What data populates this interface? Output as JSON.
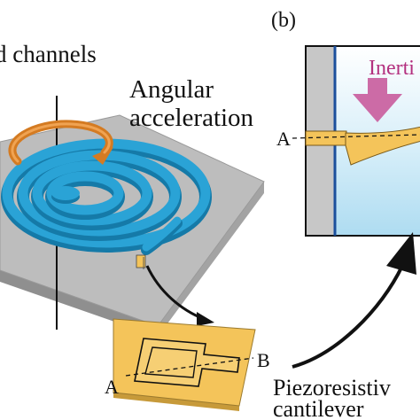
{
  "labels": {
    "channels": "d channels",
    "angular": "Angular",
    "acceleration": "acceleration",
    "panel_b": "(b)",
    "inertia": "Inerti",
    "point_a_right": "A",
    "point_a_bottom": "A",
    "point_b": "B",
    "piezoresistive": "Piezoresistiv",
    "cantilever": "cantilever"
  },
  "colors": {
    "channel_blue": "#2aa3d6",
    "channel_dark": "#157aa8",
    "plate_top": "#bdbdbd",
    "plate_side": "#8f8f8f",
    "rotation_arrow": "#d47b22",
    "cantilever": "#f4c45a",
    "fluid": "#bfe3f4",
    "inertia_arrow": "#cc6ba6",
    "frame": "#1b4f9c",
    "wall": "#c7c7c7"
  },
  "icons": {
    "rotation": "curved-rotation-arrow",
    "inertia": "down-arrow",
    "link": "curved-pointer-arrow"
  }
}
